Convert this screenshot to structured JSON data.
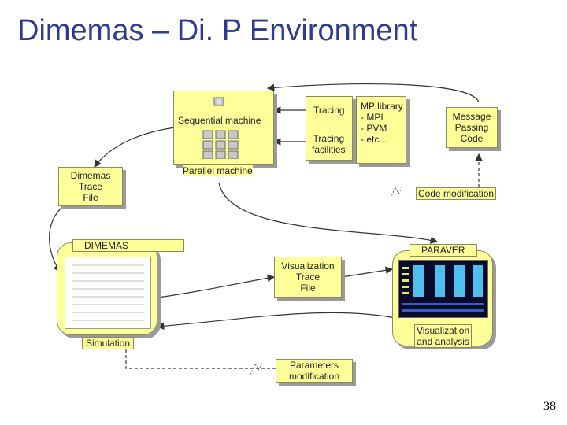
{
  "title": "Dimemas – Di. P Environment",
  "nodes": {
    "sequential_machine": "Sequential machine",
    "parallel_machine": "Parallel machine",
    "tracing": "Tracing",
    "tracing_facilities": "Tracing\nfacilities",
    "mp_library": "MP library\n- MPI\n- PVM\n- etc...",
    "message_passing_code": "Message\nPassing\nCode",
    "trace_file": "Dimemas\nTrace\nFile",
    "code_modification": "Code modification",
    "dimemas": "DIMEMAS",
    "paraver": "PARAVER",
    "visualization_trace_file": "Visualization\nTrace\nFile",
    "visualization_analysis": "Visualization\nand analysis",
    "simulation": "Simulation",
    "parameters_modification": "Parameters\nmodification"
  },
  "page_number": "38",
  "colors": {
    "box_fill": "#ffff99",
    "title": "#2e3b8f",
    "shadow": "#9a9a9a"
  }
}
